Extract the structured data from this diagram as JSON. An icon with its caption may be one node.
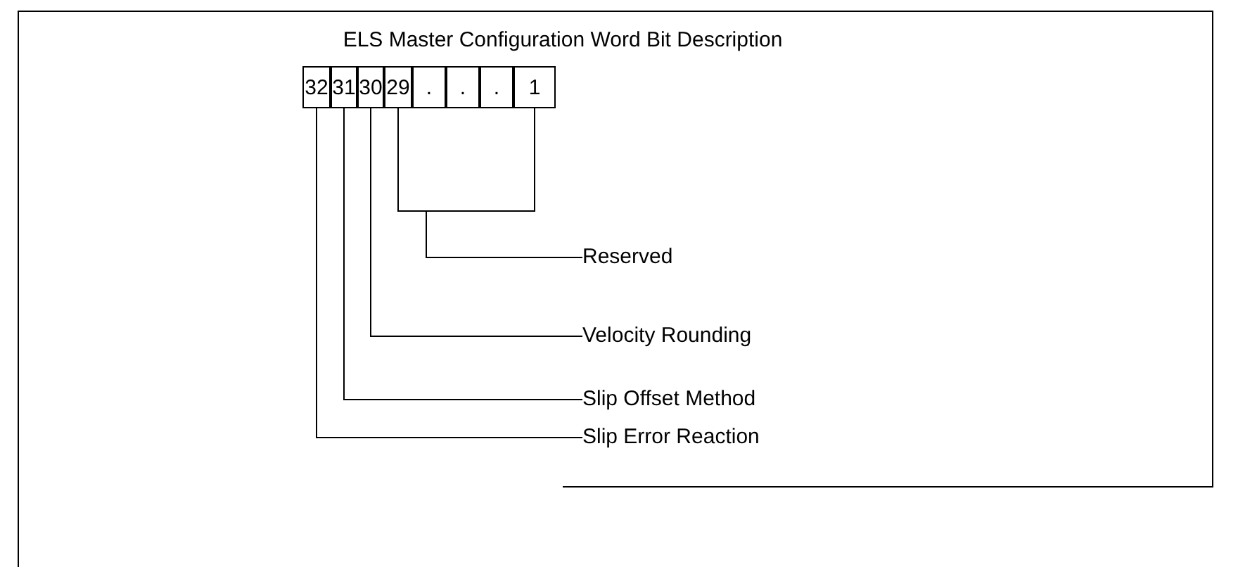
{
  "diagram": {
    "title": "ELS Master Configuration Word Bit Description",
    "nodes": [
      {
        "text": [
          "32"
        ]
      },
      {
        "text": [
          "31"
        ]
      },
      {
        "text": [
          "30"
        ]
      },
      {
        "text": [
          "29"
        ]
      },
      {
        "text": [
          "."
        ]
      },
      {
        "text": [
          "."
        ]
      },
      {
        "text": [
          "."
        ]
      },
      {
        "text": [
          "1"
        ]
      },
      {
        "text": [
          "Reserved"
        ]
      },
      {
        "text": [
          "Velocity Rounding"
        ]
      },
      {
        "text": [
          "Slip Offset Method"
        ]
      },
      {
        "text": [
          "Slip Error Reaction"
        ]
      }
    ],
    "edges": [
      {
        "from": 3,
        "to": 8,
        "arrow": "none"
      },
      {
        "from": 7,
        "to": 8,
        "arrow": "none"
      },
      {
        "from": 2,
        "to": 9,
        "arrow": "none"
      },
      {
        "from": 1,
        "to": 10,
        "arrow": "none"
      },
      {
        "from": 0,
        "to": 11,
        "arrow": "none"
      }
    ]
  }
}
